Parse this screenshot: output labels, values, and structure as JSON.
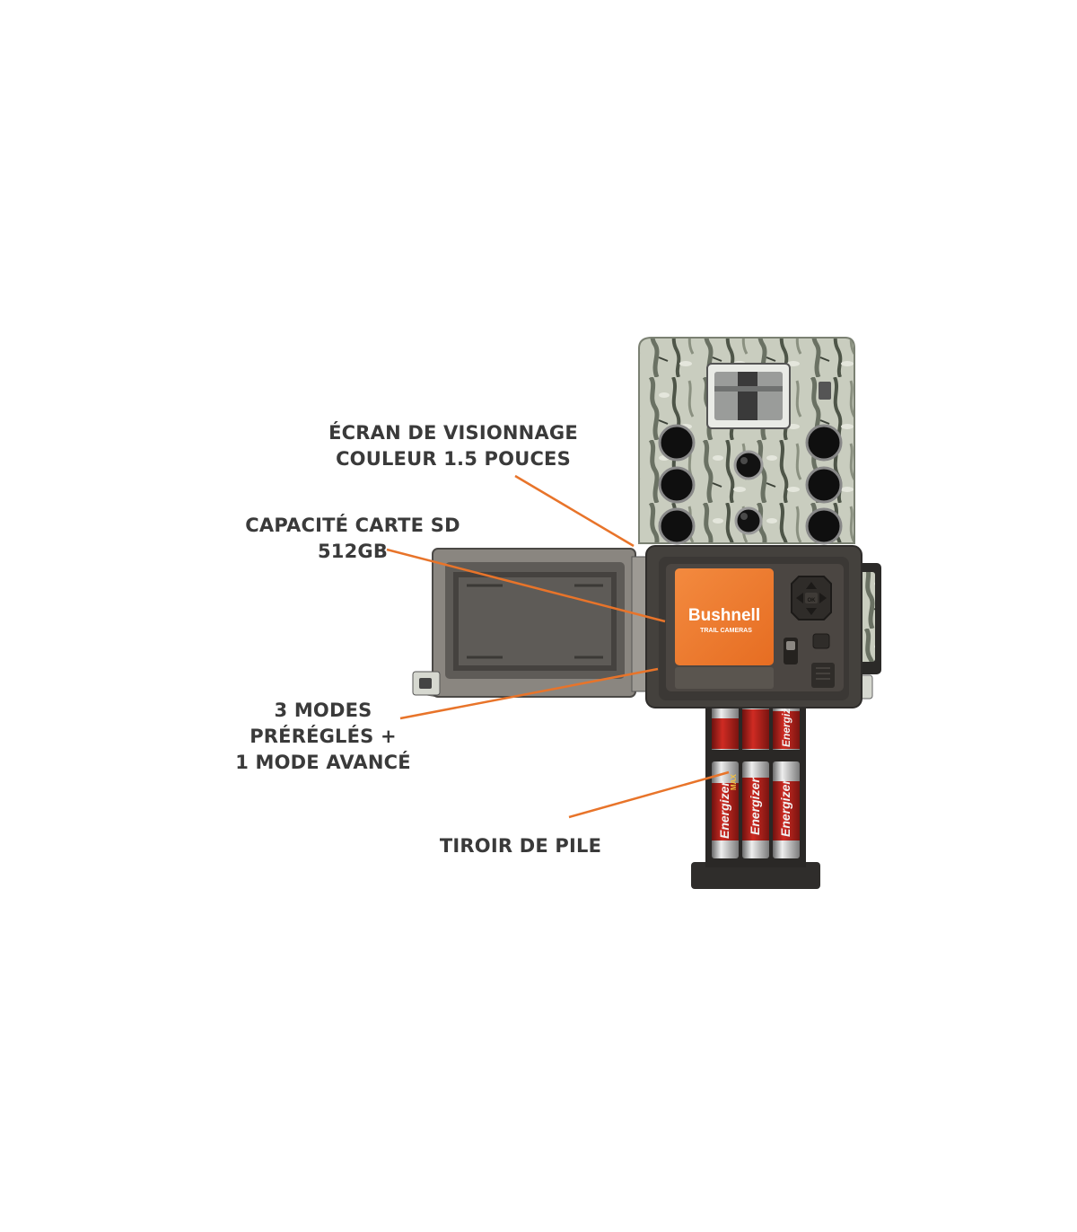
{
  "callouts": {
    "screen": [
      "ÉCRAN DE VISIONNAGE",
      "COULEUR 1.5 POUCES"
    ],
    "sd_card": [
      "CAPACITÉ CARTE SD",
      "512GB"
    ],
    "modes": [
      "3 MODES",
      "PRÉRÉGLÉS +",
      "1 MODE AVANCÉ"
    ],
    "battery": [
      "TIROIR DE PILE"
    ]
  },
  "product": {
    "brand": "Bushnell",
    "brand_sub": "TRAIL CAMERAS",
    "battery_brand": "Energizer",
    "battery_tag": "MAX",
    "button_ok": "OK"
  },
  "colors": {
    "callout_text": "#3a3a3a",
    "leader_line": "#e8742a",
    "brand_panel": "#ee7a2f",
    "camo_base": "#c9cdbf",
    "camo_dark": "#4e5548",
    "housing_dark": "#3b3835",
    "battery_red": "#b8231d",
    "battery_silver": "#d8d8d8"
  }
}
